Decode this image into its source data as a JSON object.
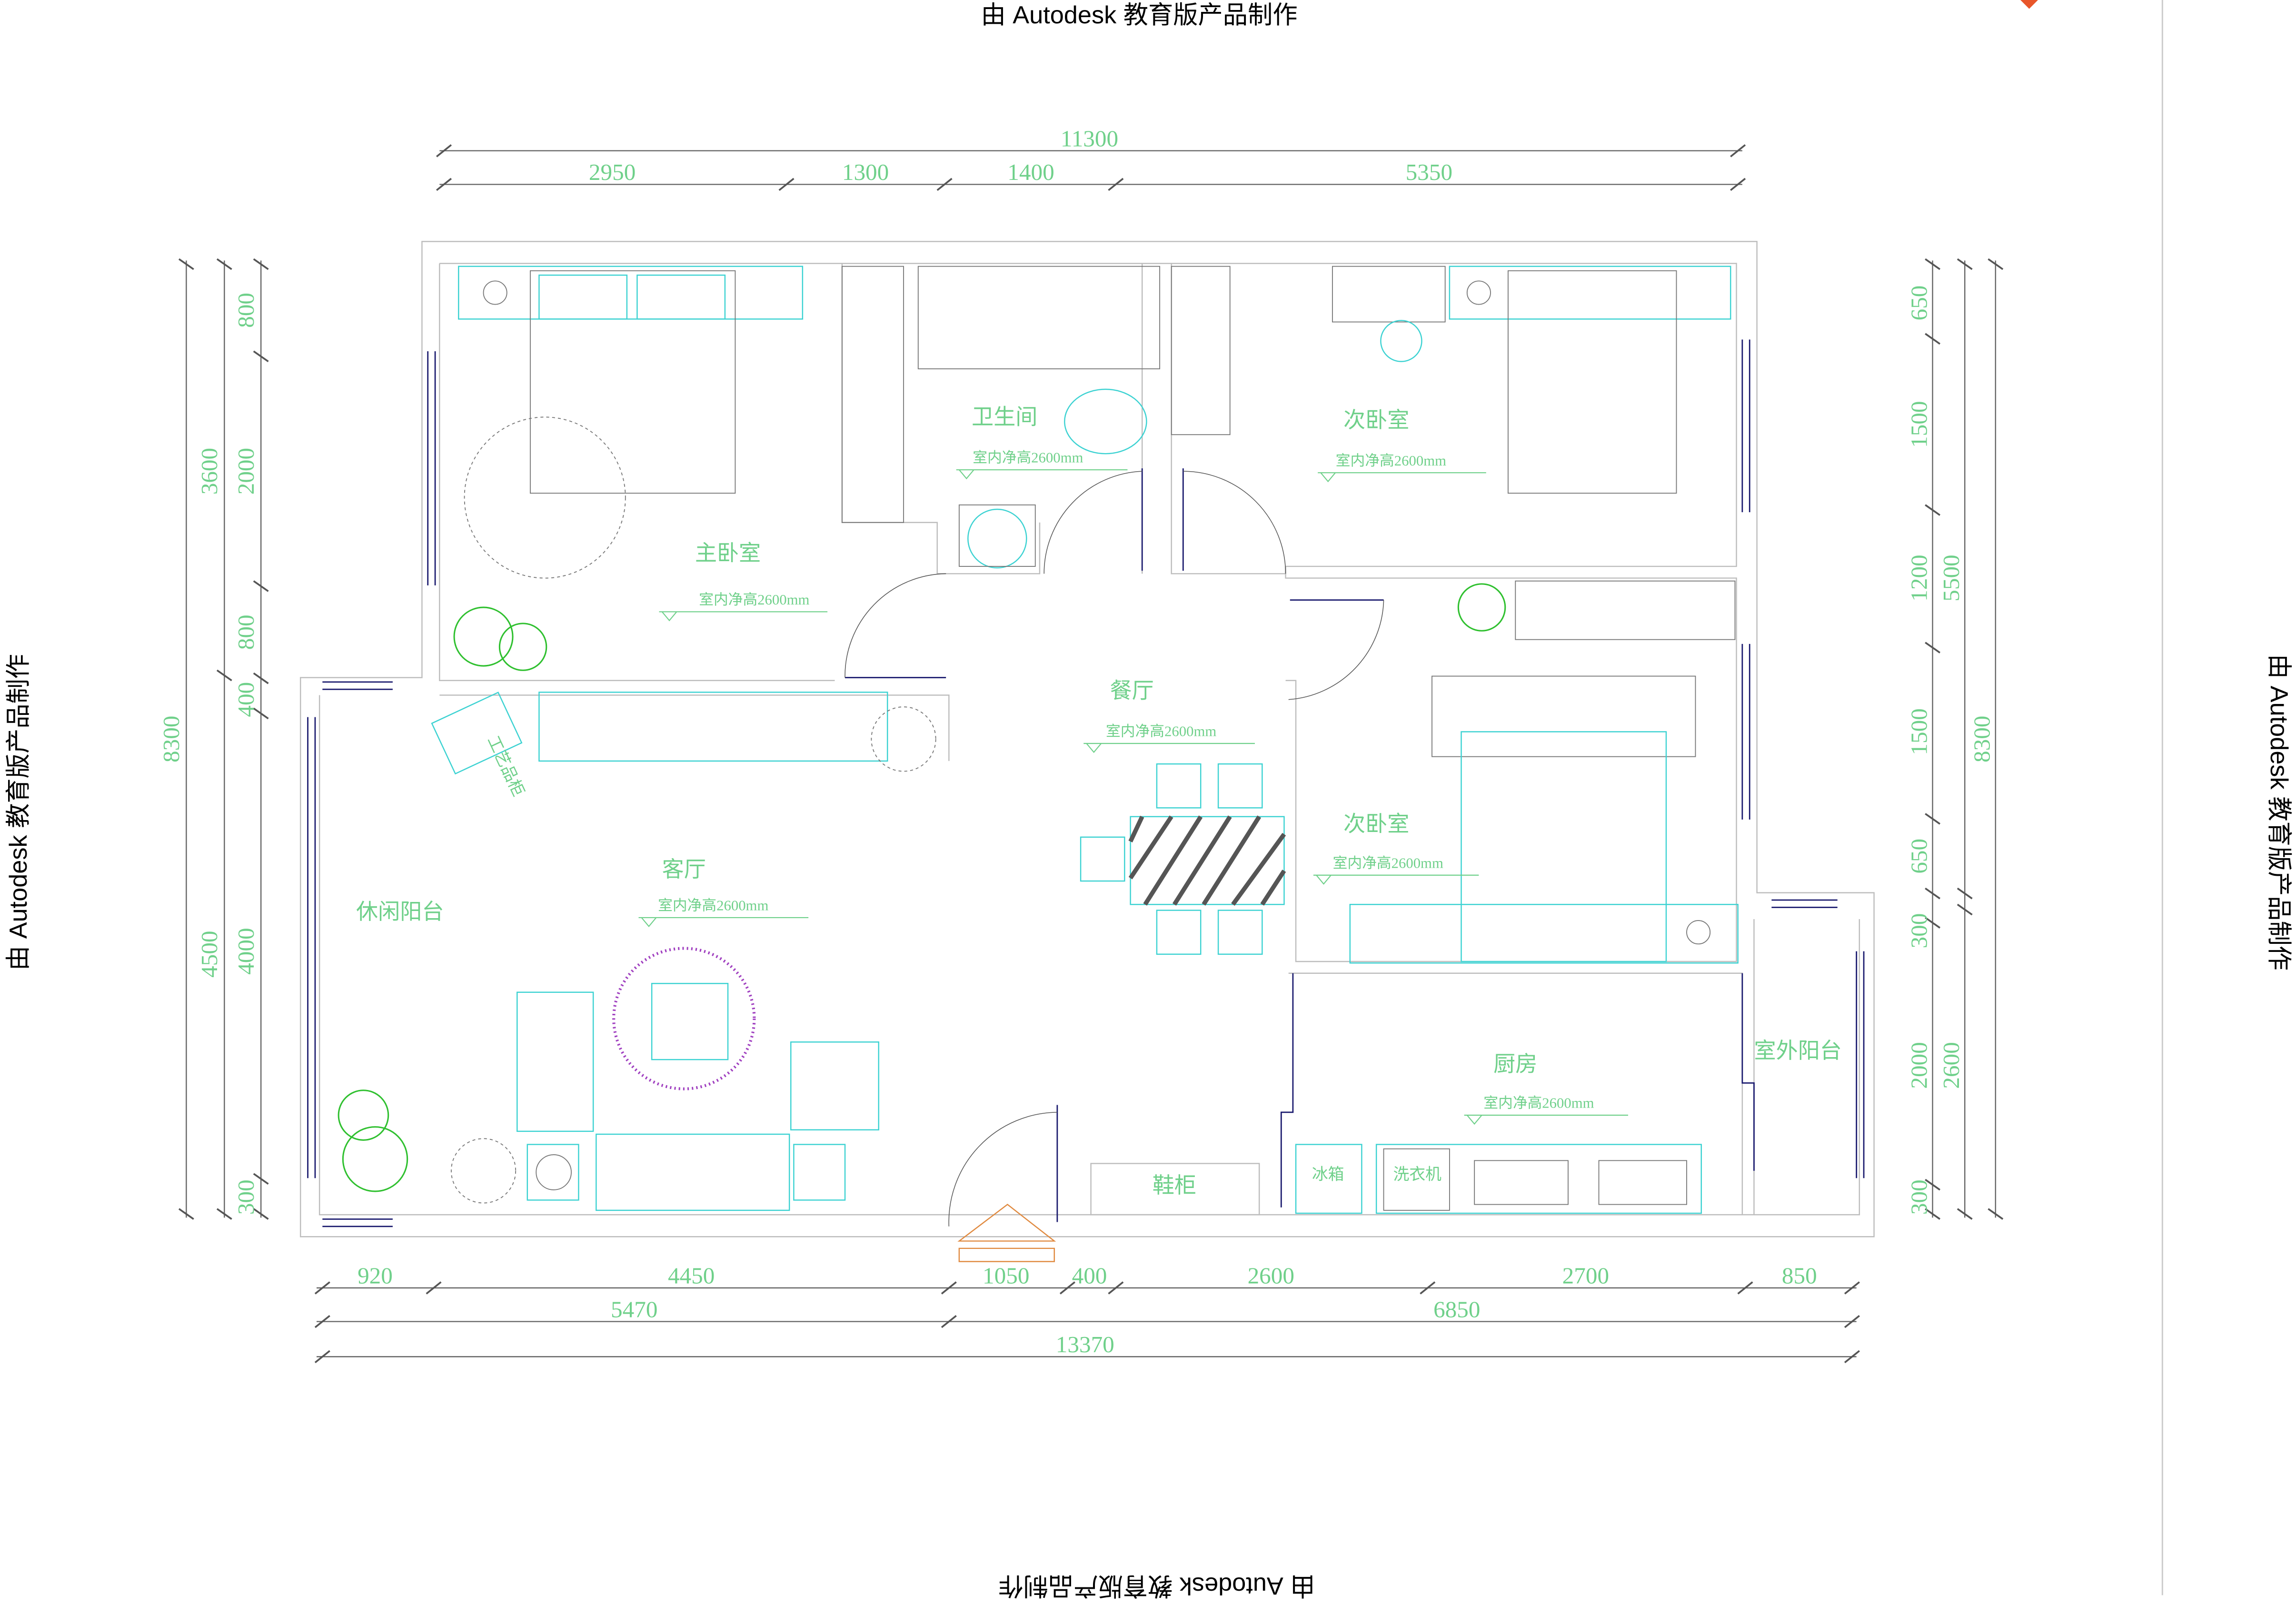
{
  "watermark": "由 Autodesk 教育版产品制作",
  "dimensions": {
    "top_total": "11300",
    "top": [
      "2950",
      "1300",
      "1400",
      "5350"
    ],
    "bottom_row1": [
      "920",
      "4450",
      "1050",
      "400",
      "2600",
      "2700",
      "850"
    ],
    "bottom_row2": [
      "5470",
      "6850"
    ],
    "bottom_total": "13370",
    "left_total": "8300",
    "left_mid": [
      "3600",
      "4500"
    ],
    "left_inner": [
      "800",
      "2000",
      "800",
      "400",
      "4000",
      "300"
    ],
    "right_inner": [
      "650",
      "1500",
      "1200",
      "1500",
      "650",
      "300",
      "2000",
      "300"
    ],
    "right_mid": [
      "5500",
      "2600"
    ],
    "right_total": "8300"
  },
  "ceiling_label": "室内净高2600mm",
  "rooms": {
    "master_bedroom": "主卧室",
    "bathroom": "卫生间",
    "second_bedroom_top": "次卧室",
    "dining": "餐厅",
    "second_bedroom_bottom": "次卧室",
    "living": "客厅",
    "leisure_balcony": "休闲阳台",
    "kitchen": "厨房",
    "outdoor_balcony": "室外阳台"
  },
  "fixtures": {
    "shoe_cabinet": "鞋柜",
    "fridge": "冰箱",
    "washer": "洗衣机",
    "craft_cabinet": "工艺品柜"
  },
  "colors": {
    "dimension_text": "#6fd08a",
    "furniture": "#3cd2d2",
    "window": "#1a1a6e",
    "plant": "#2fc02f"
  }
}
